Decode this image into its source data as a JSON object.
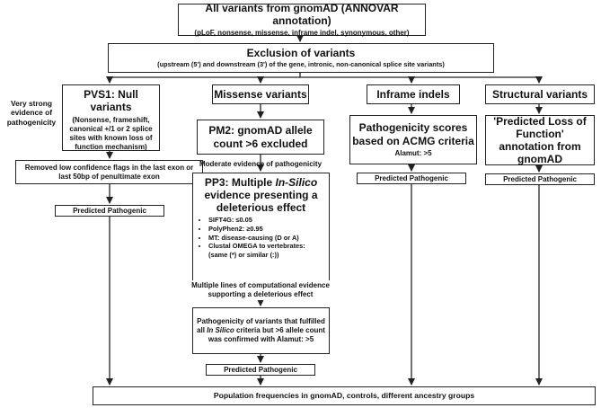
{
  "top": {
    "title": "All variants from gnomAD (ANNOVAR annotation)",
    "subtitle": "(pLoF, nonsense, missense, inframe indel, synonymous, other)"
  },
  "exclusion": {
    "title": "Exclusion of variants",
    "subtitle": "(upstream (5') and downstream (3') of the gene, intronic, non-canonical splice site variants)"
  },
  "side_label": "Very strong evidence of pathogenicity",
  "pvs1": {
    "title": "PVS1: Null variants",
    "detail": "(Nonsense, frameshift, canonical +/1 or 2 splice sites with known loss of function mechanism)",
    "filter": "Removed low confidence flags in the last exon or last 50bp of penultimate exon",
    "result": "Predicted Pathogenic"
  },
  "missense": {
    "title": "Missense variants",
    "pm2": "PM2: gnomAD allele count >6 excluded",
    "moderate_label": "Moderate evidence of pathogenicity",
    "pp3_title_pre": "PP3: Multiple ",
    "pp3_title_em": "In-Silico",
    "pp3_title_post": " evidence presenting a deleterious effect",
    "criteria": [
      "SIFT4G: ≤0.05",
      "PolyPhen2: ≥0.95",
      "MT: disease-causing (D or A)",
      "Clustal OMEGA to vertebrates: (same (*) or similar (:))"
    ],
    "multiple_label": "Multiple lines of computational evidence supporting a deleterious effect",
    "confirm_pre": "Pathogenicity of variants that fulfilled all ",
    "confirm_em": "In Silico",
    "confirm_post": " criteria but >6 allele count was confirmed with Alamut: >5",
    "result": "Predicted Pathogenic"
  },
  "inframe": {
    "title": "Inframe indels",
    "score_title": "Pathogenicity scores based on ACMG criteria",
    "score_detail": "Alamut: >5",
    "result": "Predicted Pathogenic"
  },
  "structural": {
    "title": "Structural variants",
    "annotation": "'Predicted Loss of Function' annotation from gnomAD",
    "result": "Predicted Pathogenic"
  },
  "bottom": {
    "title": "Population frequencies in gnomAD, controls, different ancestry groups"
  }
}
